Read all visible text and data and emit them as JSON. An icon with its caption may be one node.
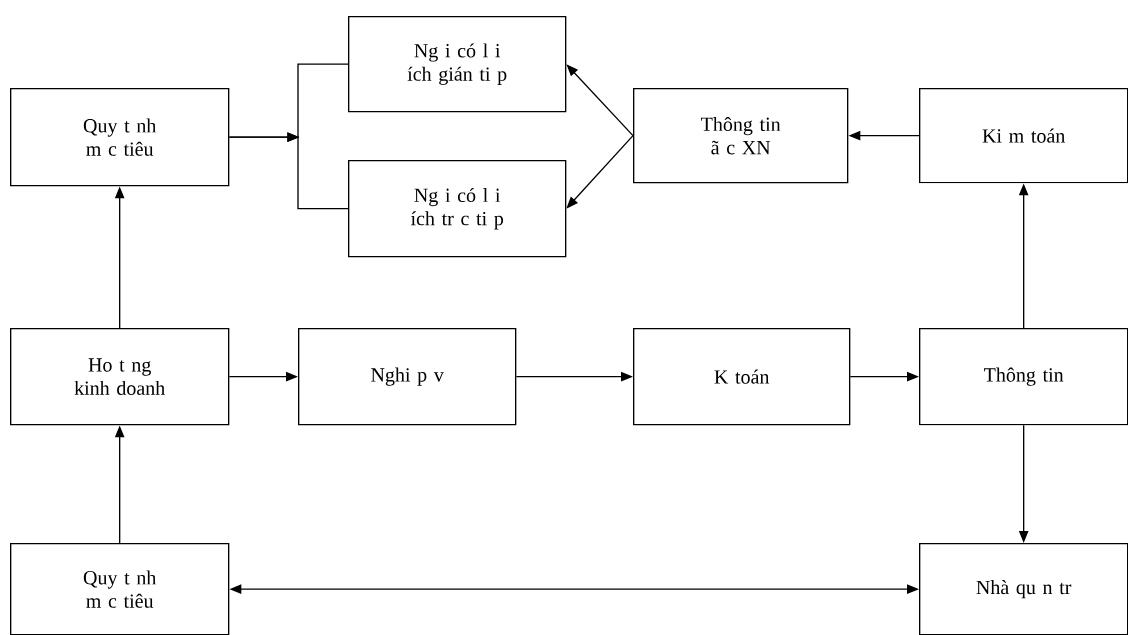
{
  "diagram": {
    "nodes": [
      {
        "text": [
          "Quy t nh m c tiêu"
        ]
      },
      {
        "text": [
          "Ng i có l i ích gián ti p"
        ]
      },
      {
        "text": [
          "Ng i có l i ích tr c ti p"
        ]
      },
      {
        "text": [
          "Thông tin ã c XN"
        ]
      },
      {
        "text": [
          "Ki m toán"
        ]
      },
      {
        "text": [
          "Ho t ng kinh doanh"
        ]
      },
      {
        "text": [
          "Nghi p v"
        ]
      },
      {
        "text": [
          "K toán"
        ]
      },
      {
        "text": [
          "Thông tin"
        ]
      },
      {
        "text": [
          "Quy t nh m c tiêu"
        ]
      },
      {
        "text": [
          "Nhà qu n tr"
        ]
      }
    ],
    "edges": [
      {
        "from": 0,
        "to": 1,
        "arrow": "to"
      },
      {
        "from": 0,
        "to": 2,
        "arrow": "to"
      },
      {
        "from": 3,
        "to": 1,
        "arrow": "to"
      },
      {
        "from": 3,
        "to": 2,
        "arrow": "to"
      },
      {
        "from": 4,
        "to": 3,
        "arrow": "to"
      },
      {
        "from": 5,
        "to": 0,
        "arrow": "to"
      },
      {
        "from": 5,
        "to": 6,
        "arrow": "to"
      },
      {
        "from": 6,
        "to": 7,
        "arrow": "to"
      },
      {
        "from": 7,
        "to": 8,
        "arrow": "to"
      },
      {
        "from": 8,
        "to": 4,
        "arrow": "to"
      },
      {
        "from": 8,
        "to": 10,
        "arrow": "to"
      },
      {
        "from": 9,
        "to": 5,
        "arrow": "to"
      },
      {
        "from": 9,
        "to": 10,
        "arrow": "both"
      }
    ]
  }
}
